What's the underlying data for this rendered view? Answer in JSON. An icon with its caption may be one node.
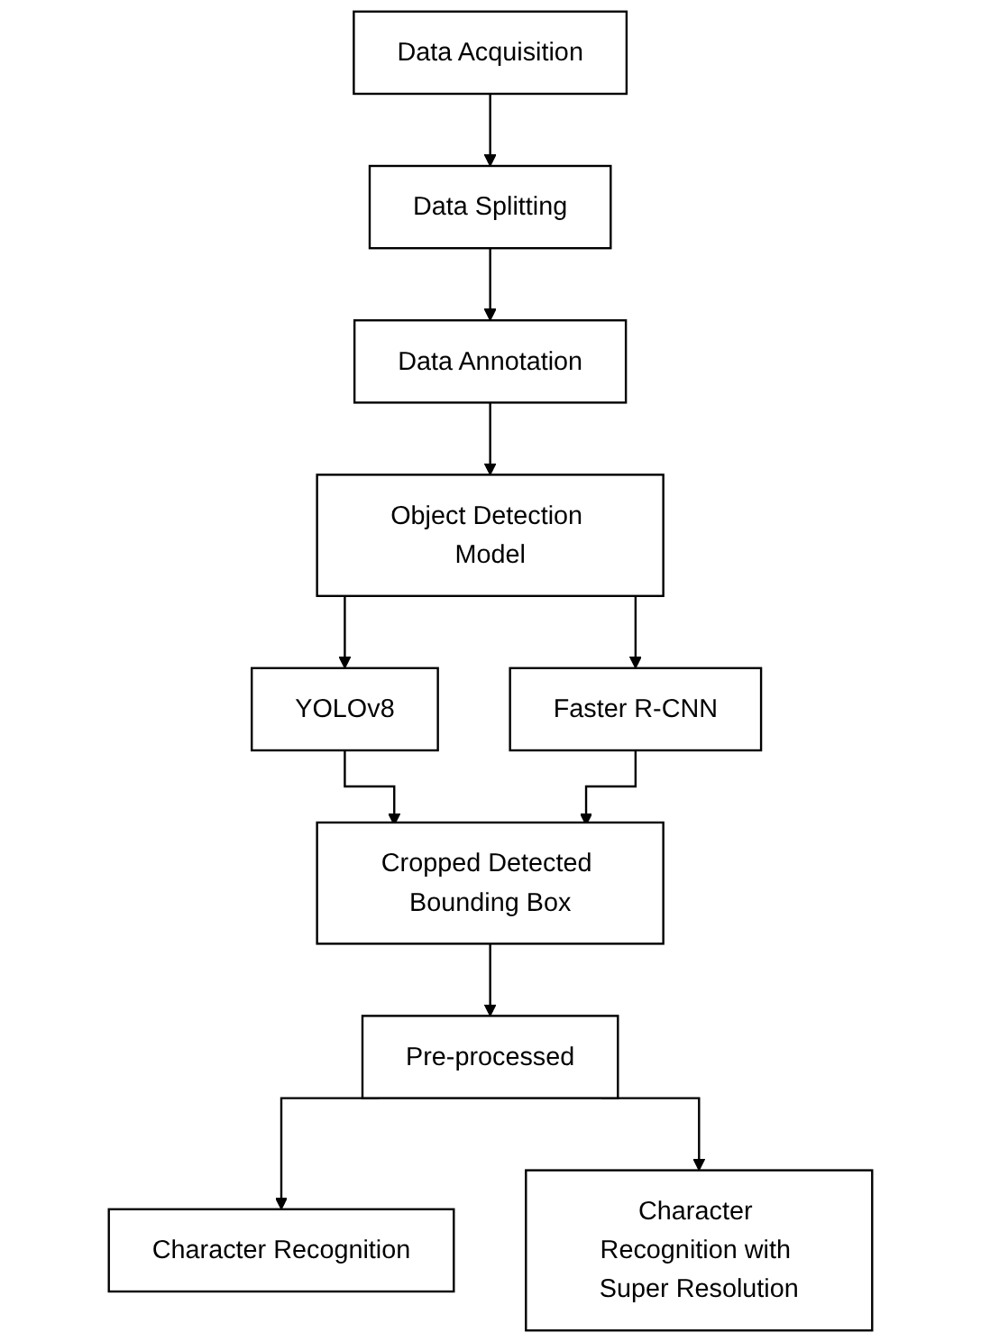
{
  "diagram": {
    "nodes": [
      {
        "text": [
          "Data Acquisition"
        ]
      },
      {
        "text": [
          "Data Splitting"
        ]
      },
      {
        "text": [
          "Data Annotation"
        ]
      },
      {
        "text": [
          "Object Detection Model"
        ]
      },
      {
        "text": [
          "YOLOv8"
        ]
      },
      {
        "text": [
          "Faster R-CNN"
        ]
      },
      {
        "text": [
          "Cropped Detected Bounding Box"
        ]
      },
      {
        "text": [
          "Pre-processed"
        ]
      },
      {
        "text": [
          "Character Recognition"
        ]
      },
      {
        "text": [
          "Character Recognition with Super Resolution"
        ]
      }
    ],
    "edges": [
      {
        "from": 0,
        "to": 1,
        "arrow": "to"
      },
      {
        "from": 1,
        "to": 2,
        "arrow": "to"
      },
      {
        "from": 2,
        "to": 3,
        "arrow": "to"
      },
      {
        "from": 3,
        "to": 4,
        "arrow": "to"
      },
      {
        "from": 3,
        "to": 5,
        "arrow": "to"
      },
      {
        "from": 4,
        "to": 6,
        "arrow": "to"
      },
      {
        "from": 5,
        "to": 6,
        "arrow": "to"
      },
      {
        "from": 6,
        "to": 7,
        "arrow": "to"
      },
      {
        "from": 7,
        "to": 8,
        "arrow": "to"
      },
      {
        "from": 7,
        "to": 9,
        "arrow": "to"
      }
    ]
  }
}
